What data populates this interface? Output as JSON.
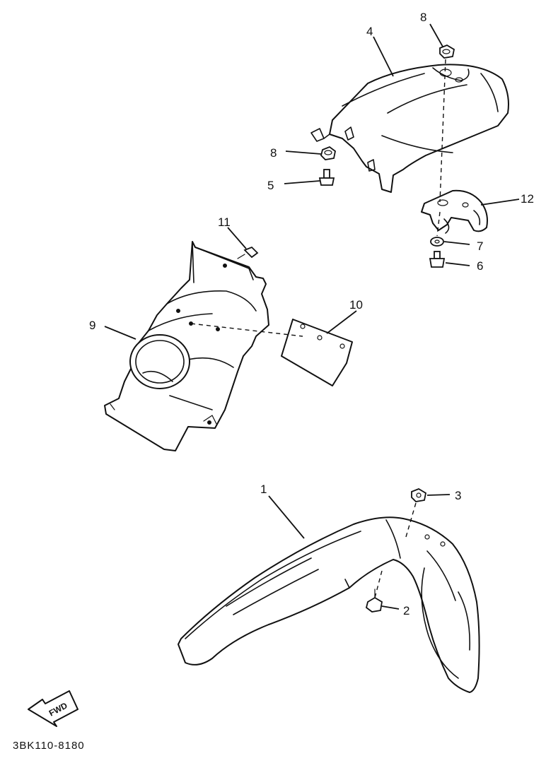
{
  "diagram": {
    "callouts": {
      "c1": "1",
      "c2": "2",
      "c3": "3",
      "c4": "4",
      "c5": "5",
      "c6": "6",
      "c7": "7",
      "c8a": "8",
      "c8b": "8",
      "c9": "9",
      "c10": "10",
      "c11": "11",
      "c12": "12"
    },
    "direction_arrow_label": "FWD",
    "catalog_code": "3BK110-8180"
  }
}
